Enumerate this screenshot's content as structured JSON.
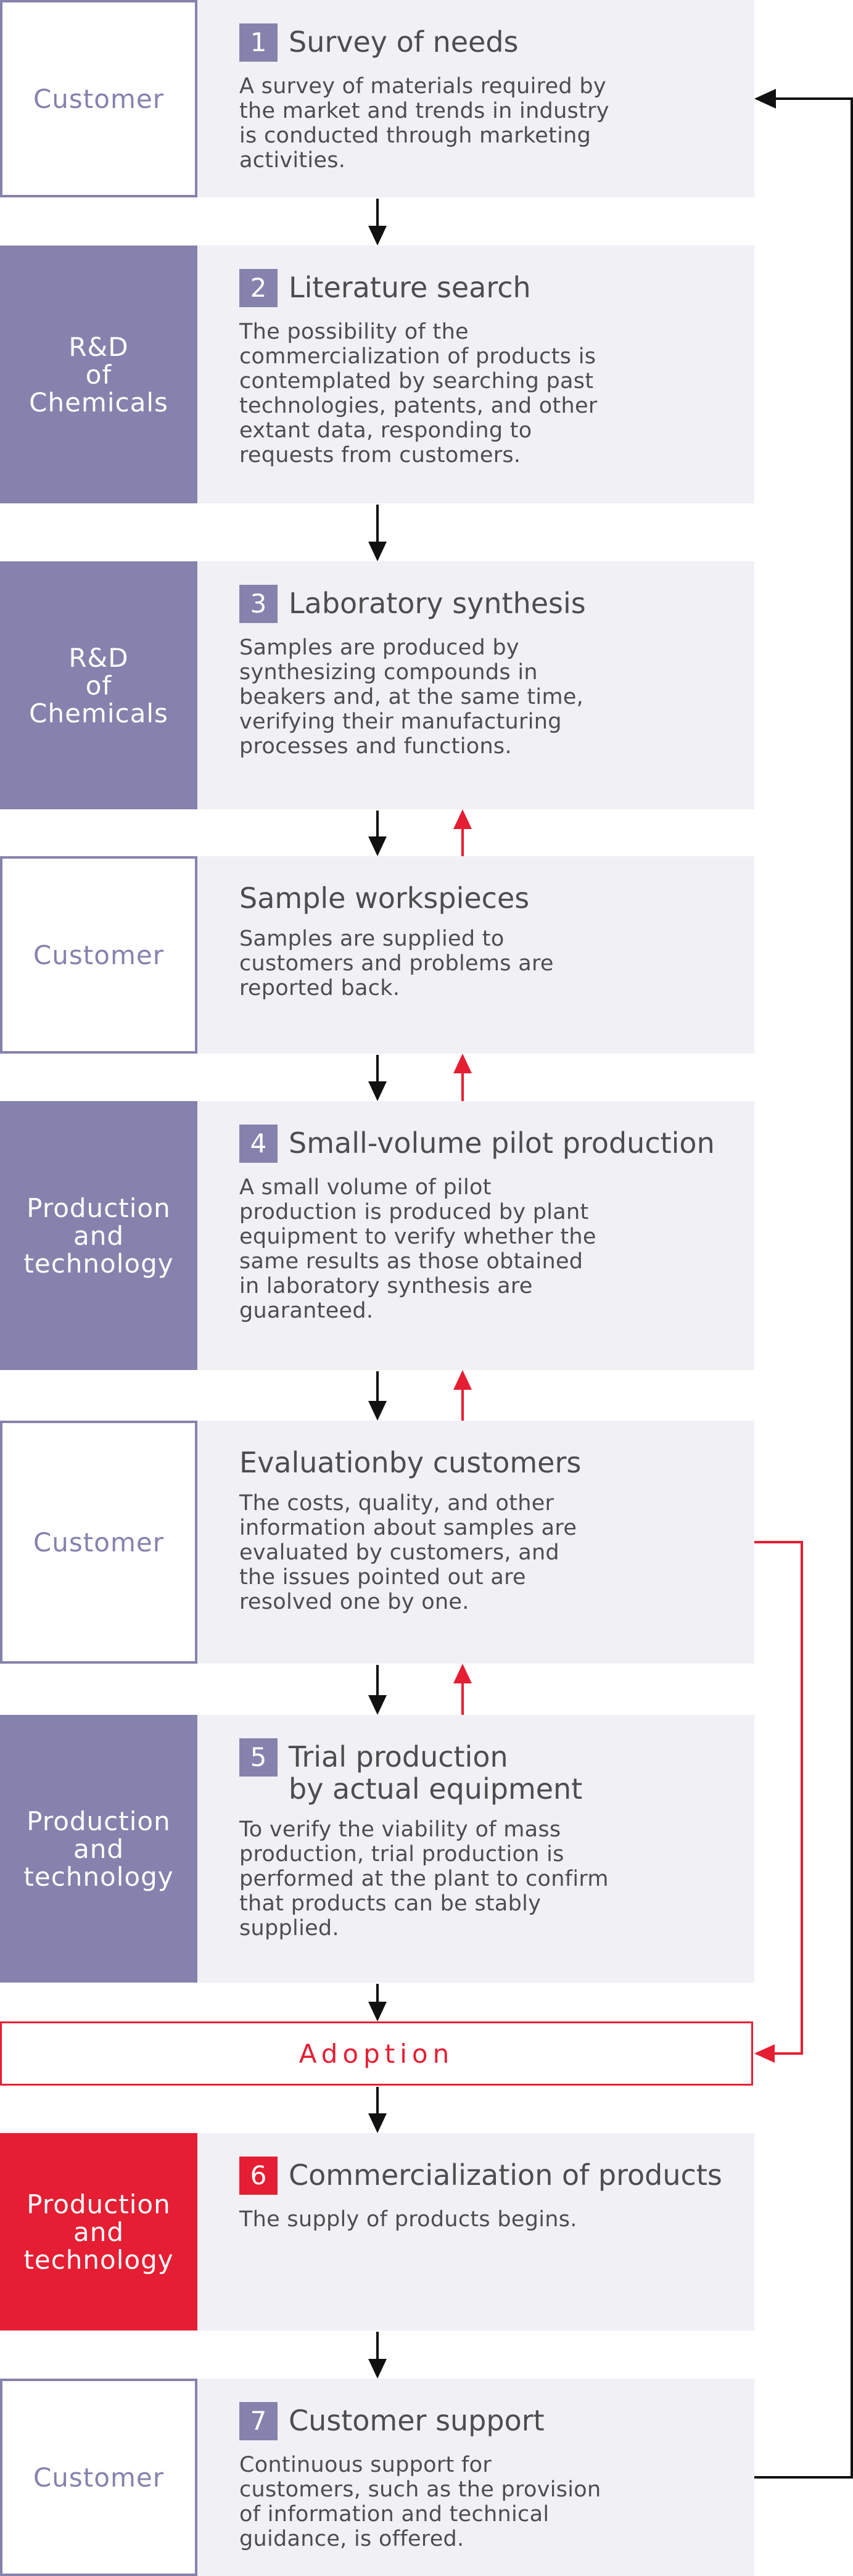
{
  "colors": {
    "accent": "#8582ad",
    "highlight": "#e51e33",
    "panel": "#f1f0f5",
    "text": "#4d4d4d",
    "arrow_down": "#111111"
  },
  "steps": [
    {
      "id": "survey",
      "actor": "Customer",
      "actor_style": "customer",
      "number": "1",
      "title": "Survey of needs",
      "description": "A survey of materials required by\nthe market and trends in industry\nis conducted through marketing\nactivities."
    },
    {
      "id": "literature",
      "actor": "R&D\nof\nChemicals",
      "actor_style": "rd",
      "number": "2",
      "title": "Literature search",
      "description": "The possibility of the\ncommercialization of products is\ncontemplated by searching past\ntechnologies, patents, and other\nextant data, responding to\nrequests from customers."
    },
    {
      "id": "laboratory",
      "actor": "R&D\nof\nChemicals",
      "actor_style": "rd",
      "number": "3",
      "title": "Laboratory synthesis",
      "description": "Samples are produced by\nsynthesizing compounds in\nbeakers and, at the same time,\nverifying their manufacturing\nprocesses and functions."
    },
    {
      "id": "sample",
      "actor": "Customer",
      "actor_style": "customer",
      "number": "",
      "title": "Sample workspieces",
      "description": "Samples are supplied to\ncustomers and problems are\nreported back."
    },
    {
      "id": "pilot",
      "actor": "Production\nand\ntechnology",
      "actor_style": "prod",
      "number": "4",
      "title": "Small-volume pilot production",
      "description": "A small volume of pilot\nproduction is produced by plant\nequipment to verify whether the\nsame results as those obtained\nin laboratory synthesis are\nguaranteed."
    },
    {
      "id": "evaluation",
      "actor": "Customer",
      "actor_style": "customer",
      "number": "",
      "title": "Evaluationby customers",
      "description": "The costs, quality, and other\ninformation about samples are\nevaluated by customers, and\nthe issues pointed out are\nresolved one by one."
    },
    {
      "id": "trial",
      "actor": "Production\nand\ntechnology",
      "actor_style": "prod",
      "number": "5",
      "title": "Trial production\nby actual equipment",
      "description": "To verify the viability of mass\nproduction, trial production is\nperformed at the plant to confirm\nthat products can be stably\nsupplied."
    },
    {
      "id": "commercialization",
      "actor": "Production\nand\ntechnology",
      "actor_style": "red",
      "number": "6",
      "title": "Commercialization of products",
      "description": "The supply of products begins."
    },
    {
      "id": "support",
      "actor": "Customer",
      "actor_style": "customer",
      "number": "7",
      "title": "Customer support",
      "description": "Continuous support for\ncustomers, such as the provision\nof information and technical\nguidance, is offered."
    }
  ],
  "adoption": {
    "label": "Adoption"
  }
}
